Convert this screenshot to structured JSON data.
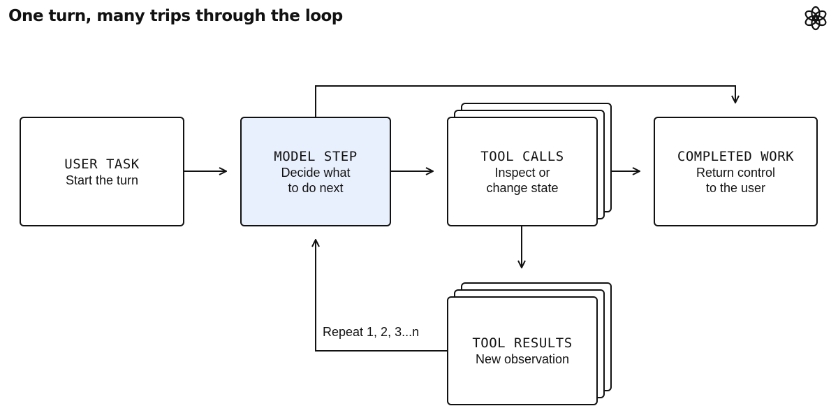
{
  "header": {
    "title": "One turn, many trips through the loop"
  },
  "nodes": {
    "user_task": {
      "title": "USER TASK",
      "subtitle": "Start the turn"
    },
    "model_step": {
      "title": "MODEL STEP",
      "subtitle": "Decide what\nto do next"
    },
    "tool_calls": {
      "title": "TOOL CALLS",
      "subtitle": "Inspect or\nchange state"
    },
    "completed_work": {
      "title": "COMPLETED WORK",
      "subtitle": "Return control\nto the user"
    },
    "tool_results": {
      "title": "TOOL RESULTS",
      "subtitle": "New observation"
    }
  },
  "loop": {
    "label": "Repeat 1, 2, 3...n"
  },
  "colors": {
    "stroke": "#111111",
    "highlight_fill": "#e9f0fd",
    "background": "#ffffff"
  },
  "icons": {
    "brand": "openai-logo-icon"
  }
}
